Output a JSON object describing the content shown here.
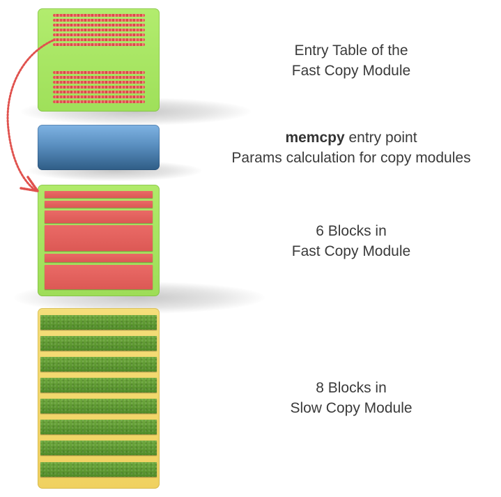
{
  "labels": {
    "entry_table": [
      "Entry Table of the",
      "Fast Copy Module"
    ],
    "memcpy": {
      "bold": "memcpy",
      "rest": " entry point",
      "line2": "Params calculation for copy modules"
    },
    "fast_module": [
      "6 Blocks in",
      "Fast Copy Module"
    ],
    "slow_module": [
      "8 Blocks in",
      "Slow Copy Module"
    ]
  },
  "colors": {
    "entry_table_fill": "#a6e462",
    "memcpy_fill": "#4f80b0",
    "fast_module_fill": "#a6e462",
    "fast_block_fill": "#e0605c",
    "slow_module_fill": "#f2d86a",
    "slow_block_fill": "#5e9a33",
    "arrow_color": "#e0524e"
  }
}
